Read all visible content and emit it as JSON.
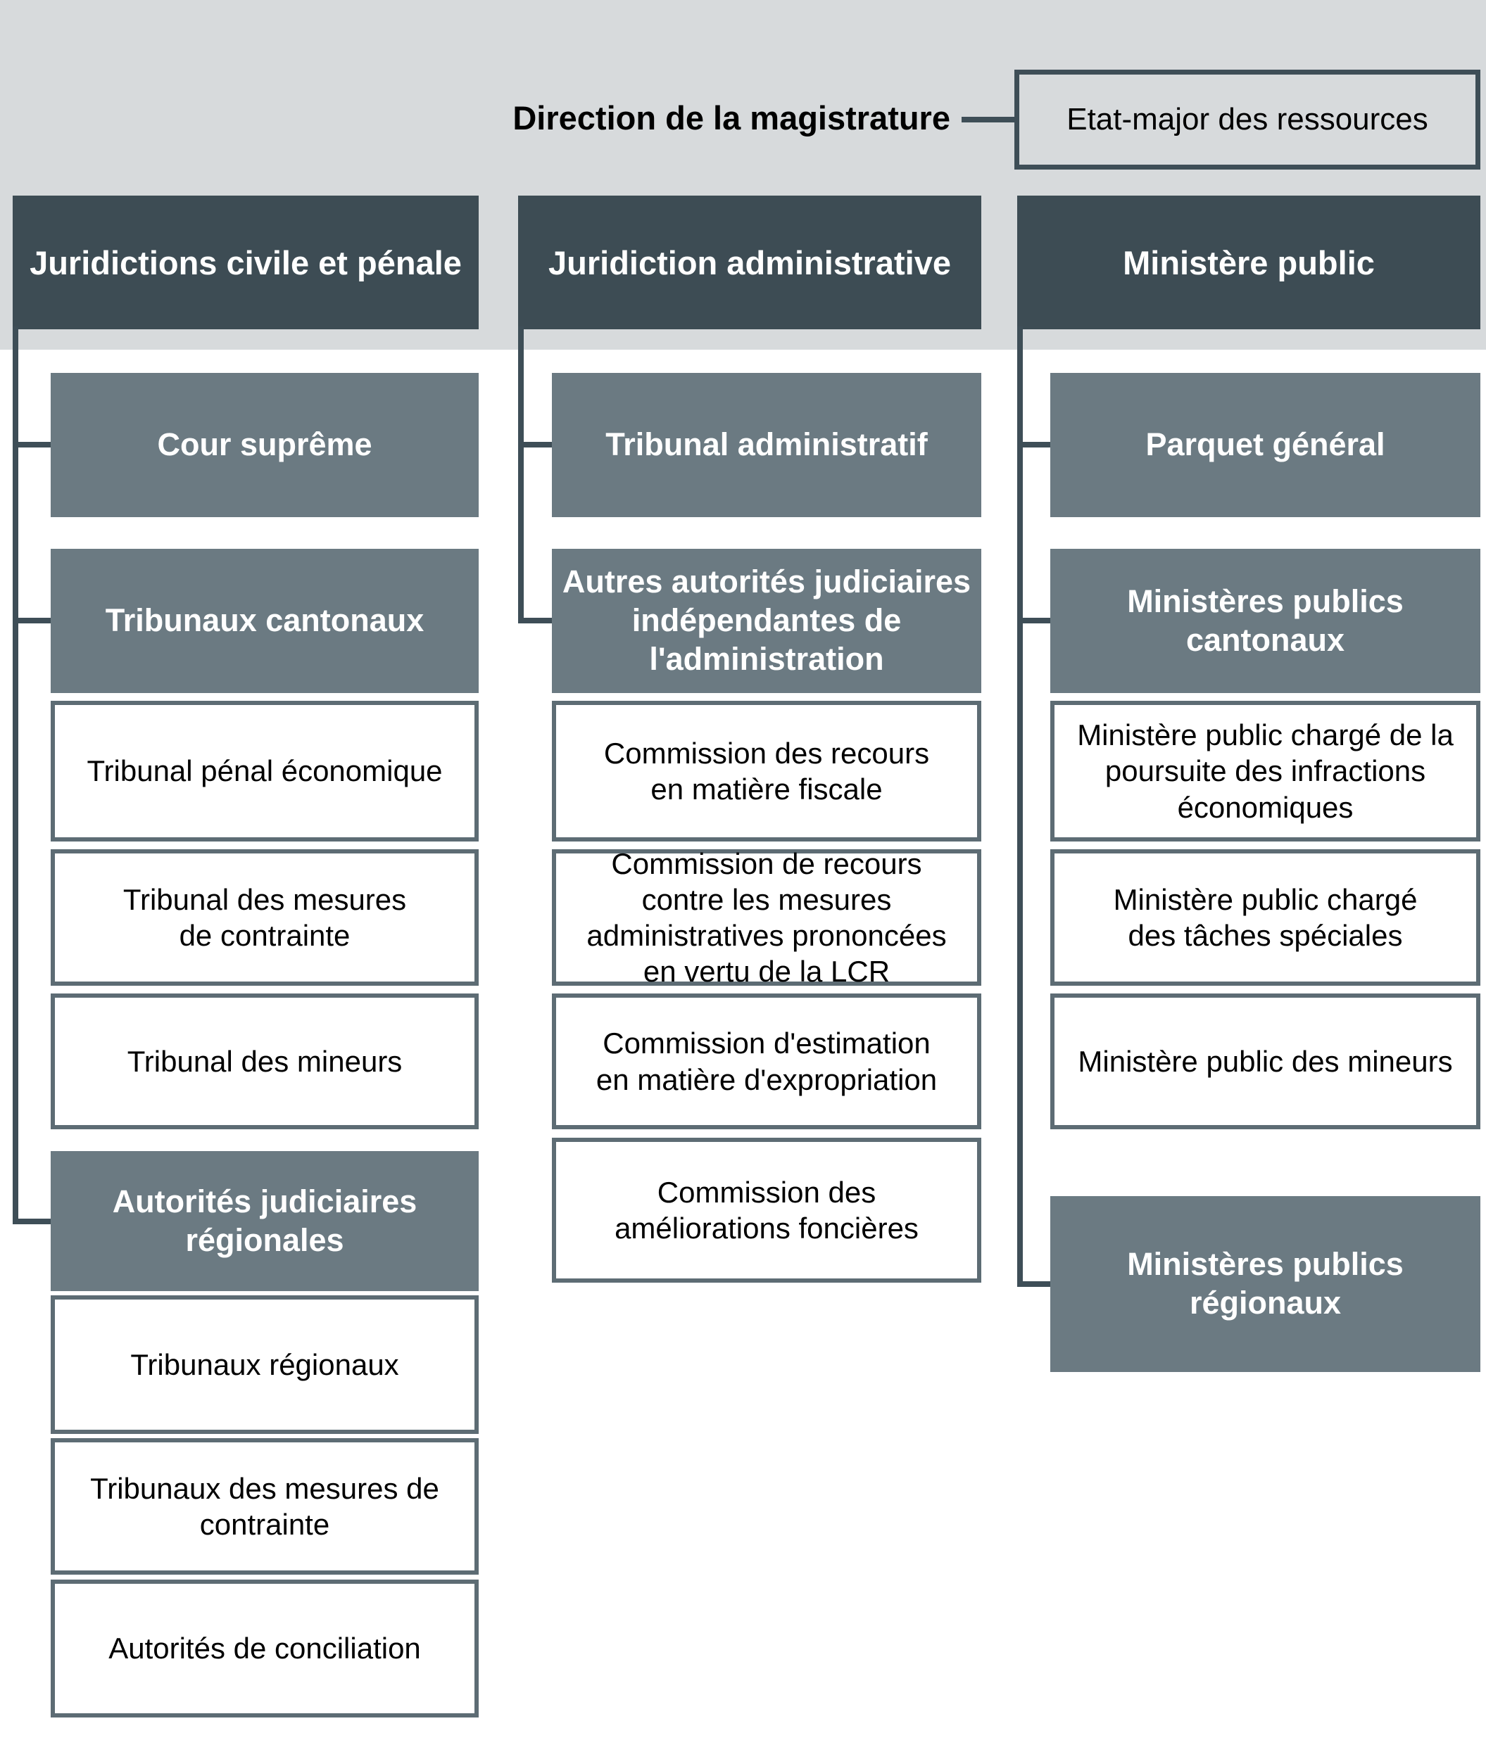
{
  "title": "Direction de la magistrature",
  "etat_major": "Etat-major des ressources",
  "colors": {
    "band_background": "#d7dadc",
    "header_fill": "#3d4c54",
    "gray_node_fill": "#6b7a82",
    "white_node_border": "#5d6c74",
    "connector": "#3e4e57",
    "header_text": "#ffffff",
    "node_text": "#000000"
  },
  "columns": [
    {
      "header": "Juridictions civile et pénale",
      "children": [
        {
          "label": "Cour suprême"
        },
        {
          "label": "Tribunaux cantonaux"
        },
        {
          "label": "Tribunal pénal économique"
        },
        {
          "label": "Tribunal des mesures\nde contrainte"
        },
        {
          "label": "Tribunal des mineurs"
        },
        {
          "label": "Autorités judiciaires\nrégionales"
        },
        {
          "label": "Tribunaux régionaux"
        },
        {
          "label": "Tribunaux des mesures de\ncontrainte"
        },
        {
          "label": "Autorités de conciliation"
        }
      ]
    },
    {
      "header": "Juridiction administrative",
      "children": [
        {
          "label": "Tribunal administratif"
        },
        {
          "label": "Autres autorités judiciaires\nindépendantes de\nl'administration"
        },
        {
          "label": "Commission des recours\nen matière fiscale"
        },
        {
          "label": "Commission de recours\ncontre les mesures\nadministratives prononcées\nen vertu de la LCR"
        },
        {
          "label": "Commission d'estimation\nen matière d'expropriation"
        },
        {
          "label": "Commission des\naméliorations foncières"
        }
      ]
    },
    {
      "header": "Ministère public",
      "children": [
        {
          "label": "Parquet général"
        },
        {
          "label": "Ministères publics\ncantonaux"
        },
        {
          "label": "Ministère public chargé de la\npoursuite des infractions\néconomiques"
        },
        {
          "label": "Ministère public chargé\ndes tâches spéciales"
        },
        {
          "label": "Ministère public des mineurs"
        },
        {
          "label": "Ministères publics\nrégionaux"
        }
      ]
    }
  ]
}
